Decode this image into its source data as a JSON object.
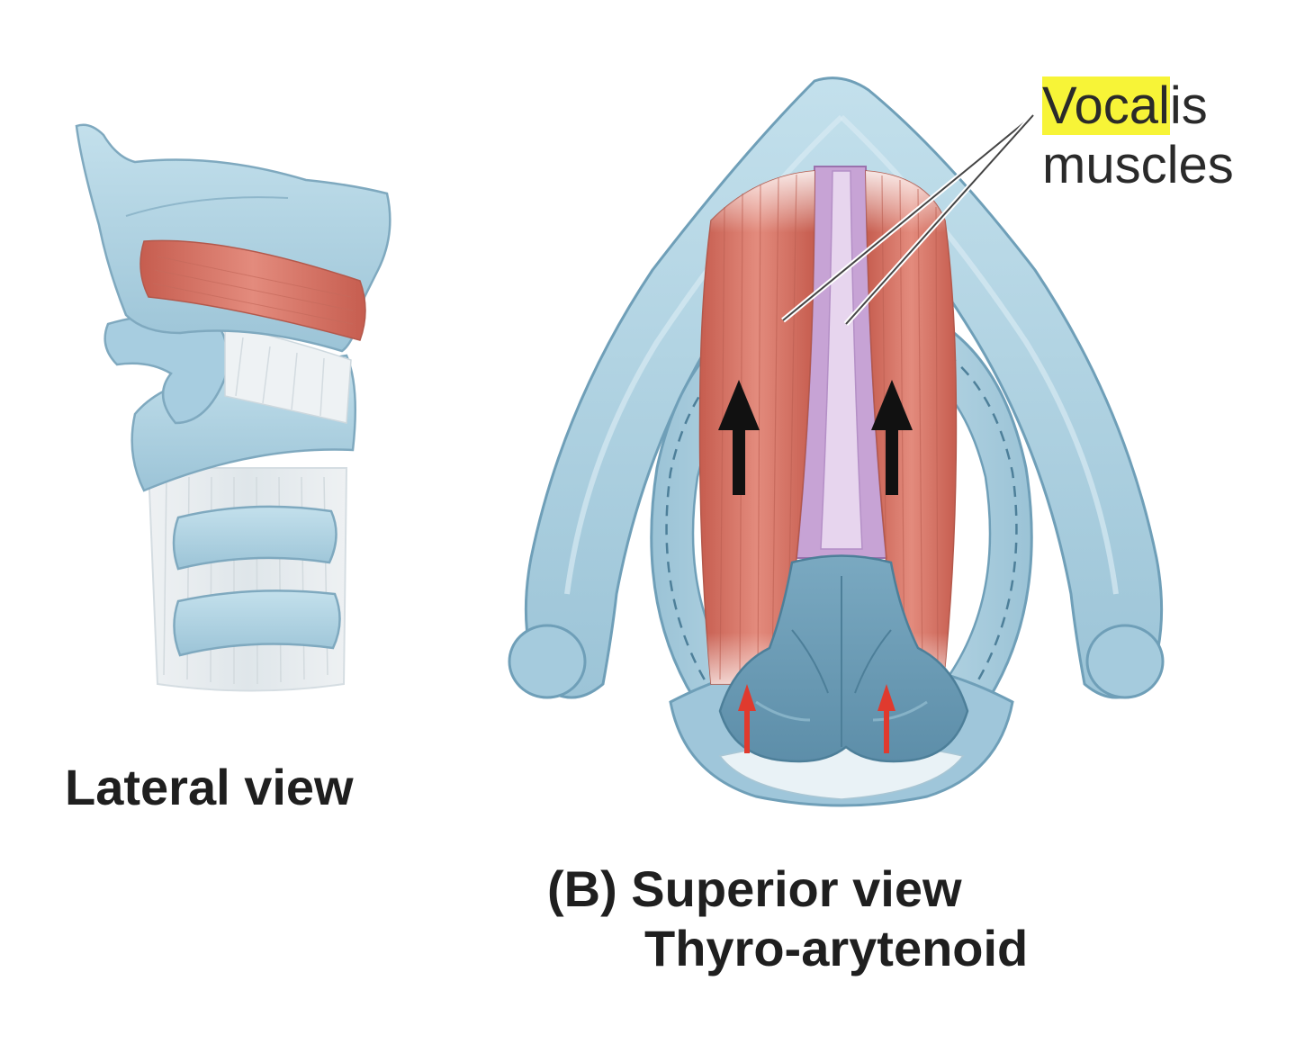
{
  "labels": {
    "vocalis_highlight": "Vocal",
    "vocalis_rest": "is",
    "vocalis_line2": "muscles",
    "lateral_caption": "Lateral view",
    "superior_caption_line1": "(B) Superior view",
    "superior_caption_line2": "Thyro-arytenoid"
  },
  "colors": {
    "cartilage": "#a9cfe0",
    "cartilage_dark": "#6f9fb8",
    "cartilage_outline": "#4d7f99",
    "muscle": "#d9786a",
    "muscle_dark": "#b85446",
    "vocal_fold": "#c9a6d6",
    "highlight": "#f7f437",
    "arrow_black": "#111111",
    "arrow_red": "#e03a2e"
  }
}
